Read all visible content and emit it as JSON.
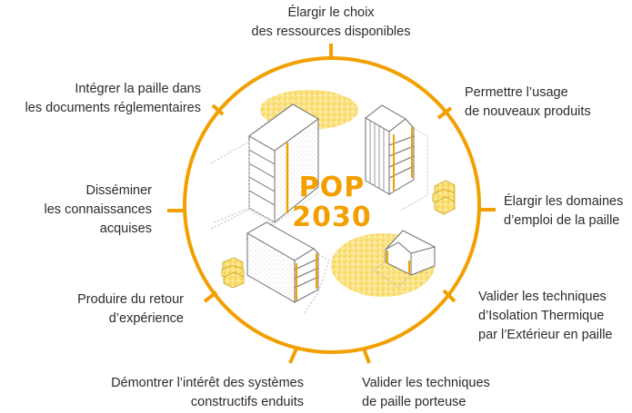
{
  "colors": {
    "accent": "#f2a000",
    "straw": "#f7d34a",
    "straw_light": "#fbe58f",
    "line": "#7a7a7a",
    "text": "#2b2b2b"
  },
  "center": {
    "title_line1": "POP",
    "title_line2": "2030"
  },
  "goals": [
    {
      "id": "top",
      "lines": [
        "Élargir le choix",
        "des ressources disponibles"
      ]
    },
    {
      "id": "upper-right",
      "lines": [
        "Permettre l’usage",
        "de nouveaux produits"
      ]
    },
    {
      "id": "right",
      "lines": [
        "Élargir les domaines",
        "d’emploi de la paille"
      ]
    },
    {
      "id": "lower-right",
      "lines": [
        "Valider les techniques",
        "d’Isolation Thermique",
        "par l’Extérieur en paille"
      ]
    },
    {
      "id": "bottom-right",
      "lines": [
        "Valider les techniques",
        "de paille porteuse"
      ]
    },
    {
      "id": "bottom-left",
      "lines": [
        "Démontrer l’intérêt des systèmes",
        "constructifs enduits"
      ]
    },
    {
      "id": "lower-left",
      "lines": [
        "Produire du retour",
        "d’expérience"
      ]
    },
    {
      "id": "left",
      "lines": [
        "Disséminer",
        "les connaissances",
        "acquises"
      ]
    },
    {
      "id": "upper-left",
      "lines": [
        "Intégrer la paille dans",
        "les documents réglementaires"
      ]
    }
  ]
}
